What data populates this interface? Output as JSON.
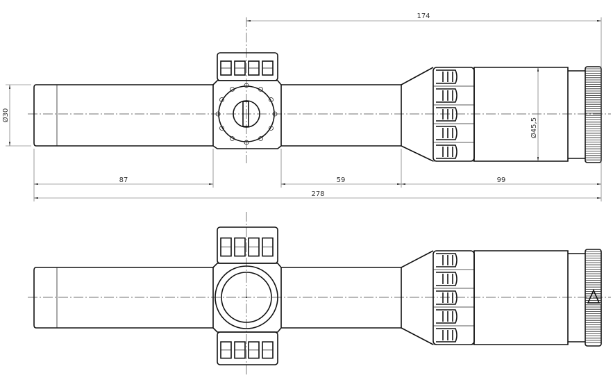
{
  "drawing": {
    "dimensions": {
      "overall_from_turret": "174",
      "tube_diameter": "Ø30",
      "front_tube_length": "87",
      "rear_tube_length": "59",
      "eyepiece_length": "99",
      "overall_length": "278",
      "eyepiece_diameter": "Ø45,5"
    },
    "views": [
      "top-view",
      "side-view"
    ],
    "line_color": "#111111"
  }
}
